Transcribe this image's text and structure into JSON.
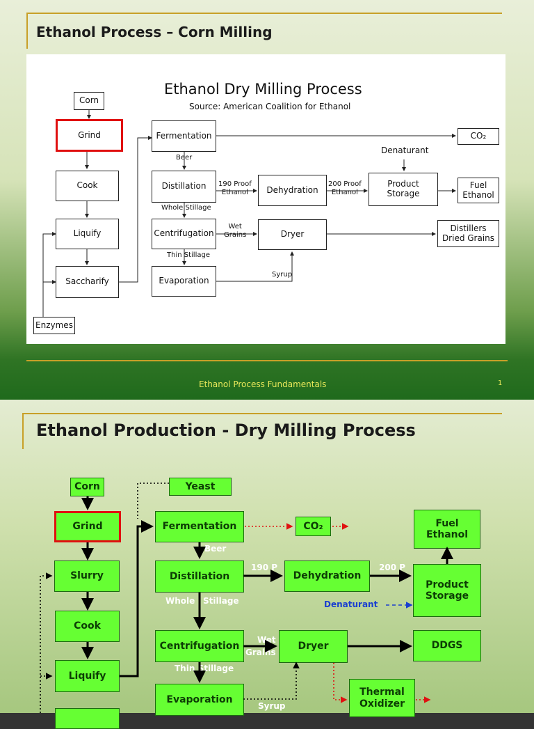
{
  "slide1": {
    "title": "Ethanol Process – Corn Milling",
    "footer": "Ethanol Process Fundamentals",
    "page_number": "1",
    "diagram": {
      "title": "Ethanol Dry Milling Process",
      "subtitle": "Source: American Coalition for Ethanol",
      "nodes": {
        "corn": "Corn",
        "grind": "Grind",
        "cook": "Cook",
        "liquify": "Liquify",
        "saccharify": "Saccharify",
        "enzymes": "Enzymes",
        "fermentation": "Fermentation",
        "distillation": "Distillation",
        "centrifugation": "Centrifugation",
        "evaporation": "Evaporation",
        "dehydration": "Dehydration",
        "dryer": "Dryer",
        "product_storage": "Product\nStorage",
        "co2": "CO₂",
        "fuel_ethanol": "Fuel\nEthanol",
        "ddgs": "Distillers\nDried Grains"
      },
      "labels": {
        "beer": "Beer",
        "whole_stillage": "Whole Stillage",
        "thin_stillage": "Thin Stillage",
        "proof_190": "190 Proof\nEthanol",
        "proof_200": "200 Proof\nEthanol",
        "wet_grains": "Wet\nGrains",
        "syrup": "Syrup",
        "denaturant": "Denaturant"
      }
    }
  },
  "slide2": {
    "title": "Ethanol Production - Dry Milling Process",
    "nodes": {
      "corn": "Corn",
      "yeast": "Yeast",
      "grind": "Grind",
      "fermentation": "Fermentation",
      "co2": "CO₂",
      "fuel_ethanol": "Fuel\nEthanol",
      "slurry": "Slurry",
      "distillation": "Distillation",
      "dehydration": "Dehydration",
      "product_storage": "Product\nStorage",
      "cook": "Cook",
      "centrifugation": "Centrifugation",
      "dryer": "Dryer",
      "ddgs": "DDGS",
      "liquify": "Liquify",
      "evaporation": "Evaporation",
      "thermal_oxidizer": "Thermal\nOxidizer"
    },
    "labels": {
      "beer": "Beer",
      "p190": "190 P",
      "p200": "200 P",
      "whole": "Whole",
      "stillage": "Stillage",
      "denaturant": "Denaturant",
      "wet_grains": "Wet\nGrains",
      "thin_stillage": "Thin Stillage",
      "syrup": "Syrup"
    }
  },
  "colors": {
    "box_green": "#66ff33",
    "highlight_red": "#e01010",
    "rule_gold": "#c8a028",
    "denaturant_blue": "#1a3fd0",
    "footer_yellow": "#e8e85a"
  }
}
